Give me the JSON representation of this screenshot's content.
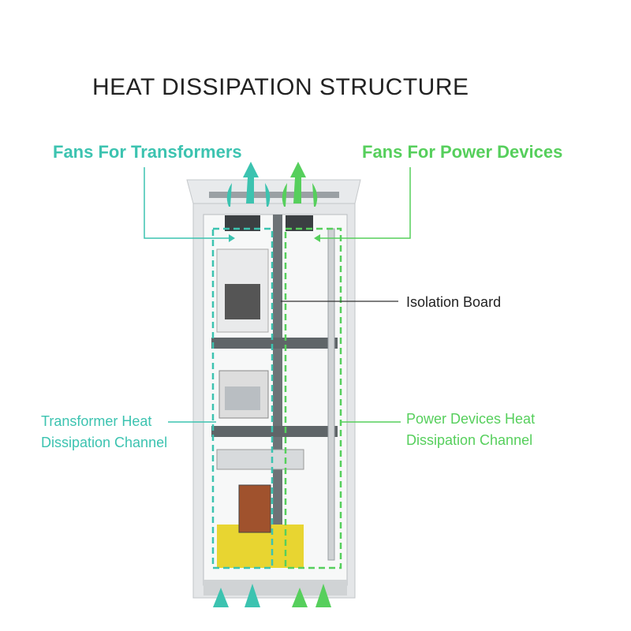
{
  "title": "HEAT DISSIPATION STRUCTURE",
  "labels": {
    "fans_transformers": "Fans For Transformers",
    "fans_power_devices": "Fans For Power Devices",
    "isolation_board": "Isolation Board",
    "transformer_channel_line1": "Transformer Heat",
    "transformer_channel_line2": "Dissipation Channel",
    "power_channel_line1": "Power Devices Heat",
    "power_channel_line2": "Dissipation Channel"
  },
  "colors": {
    "transformer_teal": "#3cc3b0",
    "power_green": "#56cf5c",
    "cabinet": "#e4e6e8",
    "base_yellow": "#e8d531"
  }
}
